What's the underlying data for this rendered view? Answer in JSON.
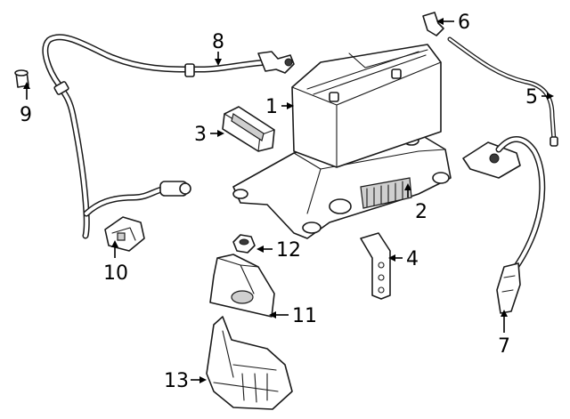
{
  "callouts": [
    {
      "id": "battery",
      "label": "1"
    },
    {
      "id": "battery-tray",
      "label": "2"
    },
    {
      "id": "hold-down",
      "label": "3"
    },
    {
      "id": "bracket",
      "label": "4"
    },
    {
      "id": "vent-tube",
      "label": "5"
    },
    {
      "id": "vent-elbow",
      "label": "6"
    },
    {
      "id": "negative-cable",
      "label": "7"
    },
    {
      "id": "positive-cable",
      "label": "8"
    },
    {
      "id": "cap",
      "label": "9"
    },
    {
      "id": "cable-clip",
      "label": "10"
    },
    {
      "id": "heat-shield",
      "label": "11"
    },
    {
      "id": "nut",
      "label": "12"
    },
    {
      "id": "support-bracket",
      "label": "13"
    }
  ]
}
